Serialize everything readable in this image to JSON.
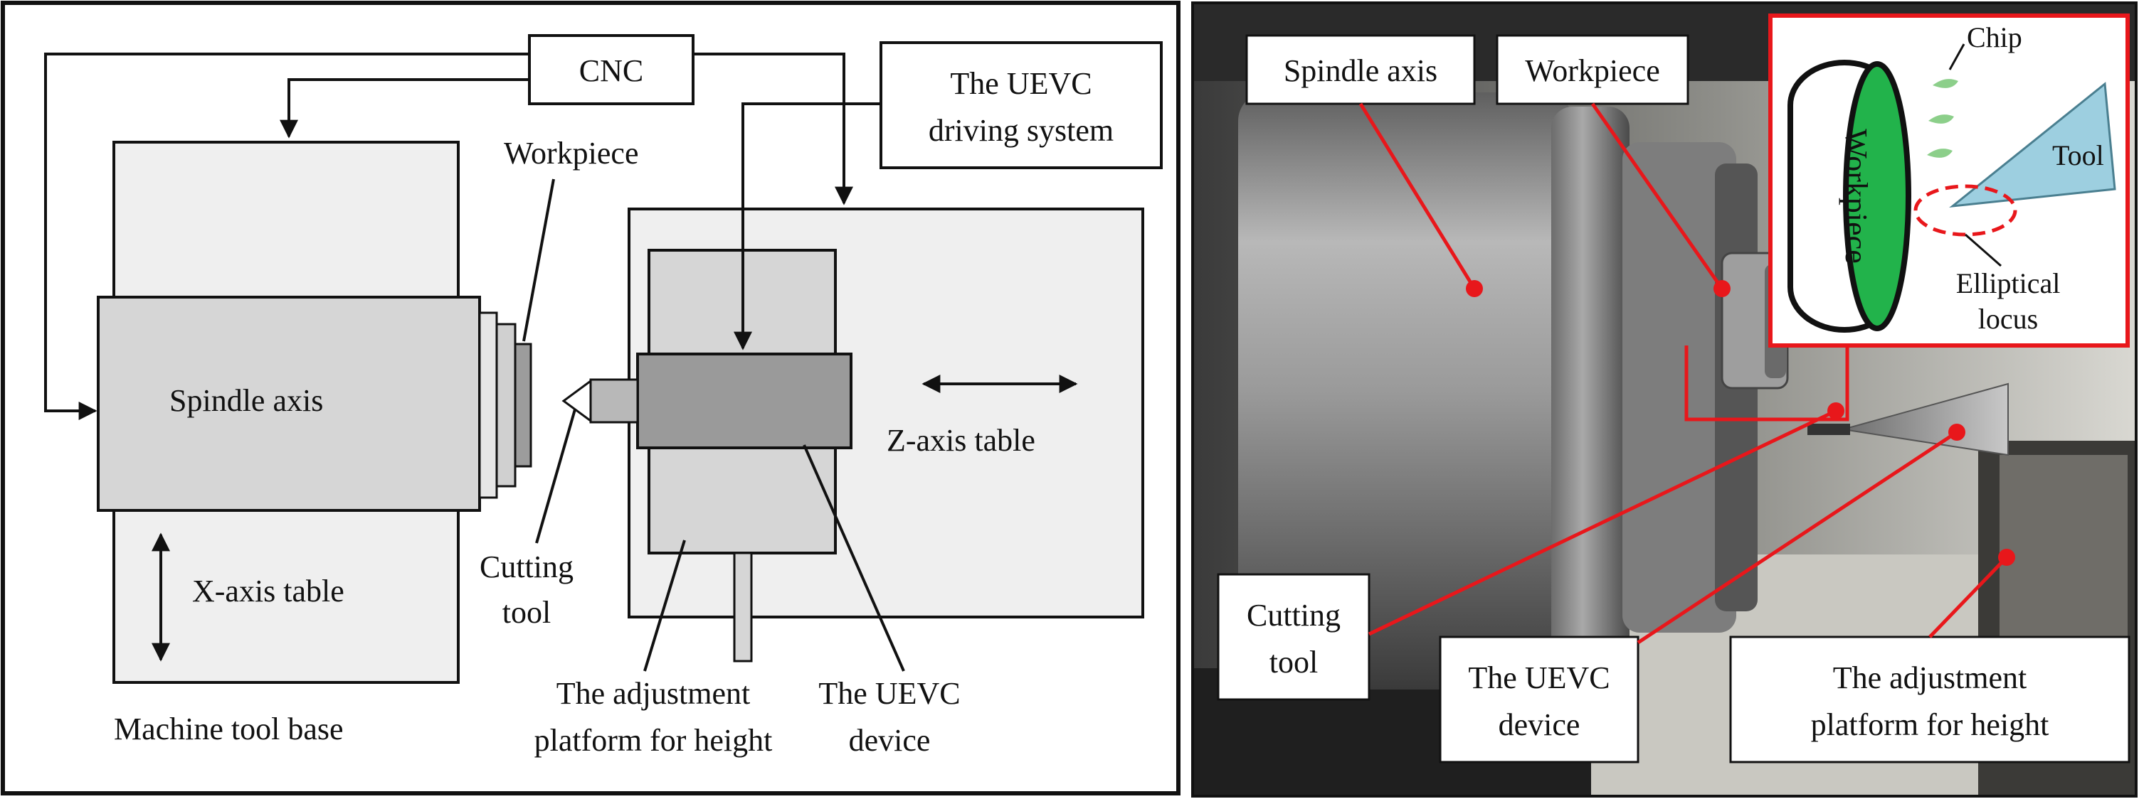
{
  "schematic": {
    "cnc": "CNC",
    "uevc_driving_system": [
      "The UEVC",
      "driving system"
    ],
    "workpiece": "Workpiece",
    "spindle_axis": "Spindle axis",
    "x_axis_table": "X-axis table",
    "cutting_tool": [
      "Cutting",
      "tool"
    ],
    "z_axis_table": "Z-axis table",
    "machine_tool_base": "Machine tool base",
    "adjustment_platform": [
      "The adjustment",
      "platform for height"
    ],
    "uevc_device": [
      "The UEVC",
      "device"
    ]
  },
  "photo": {
    "spindle_axis": "Spindle axis",
    "workpiece": "Workpiece",
    "cutting_tool": [
      "Cutting",
      "tool"
    ],
    "uevc_device": [
      "The UEVC",
      "device"
    ],
    "adjustment_platform": [
      "The adjustment",
      "platform for height"
    ],
    "inset": {
      "chip": "Chip",
      "tool": "Tool",
      "workpiece": "Workpiece",
      "elliptical_locus": [
        "Elliptical",
        "locus"
      ]
    }
  },
  "colors": {
    "annotation_red": "#e8171b",
    "workpiece_face_green": "#22b34b",
    "tool_blue": "#9dcfe0",
    "metal_gray": "#8a8a8a"
  }
}
